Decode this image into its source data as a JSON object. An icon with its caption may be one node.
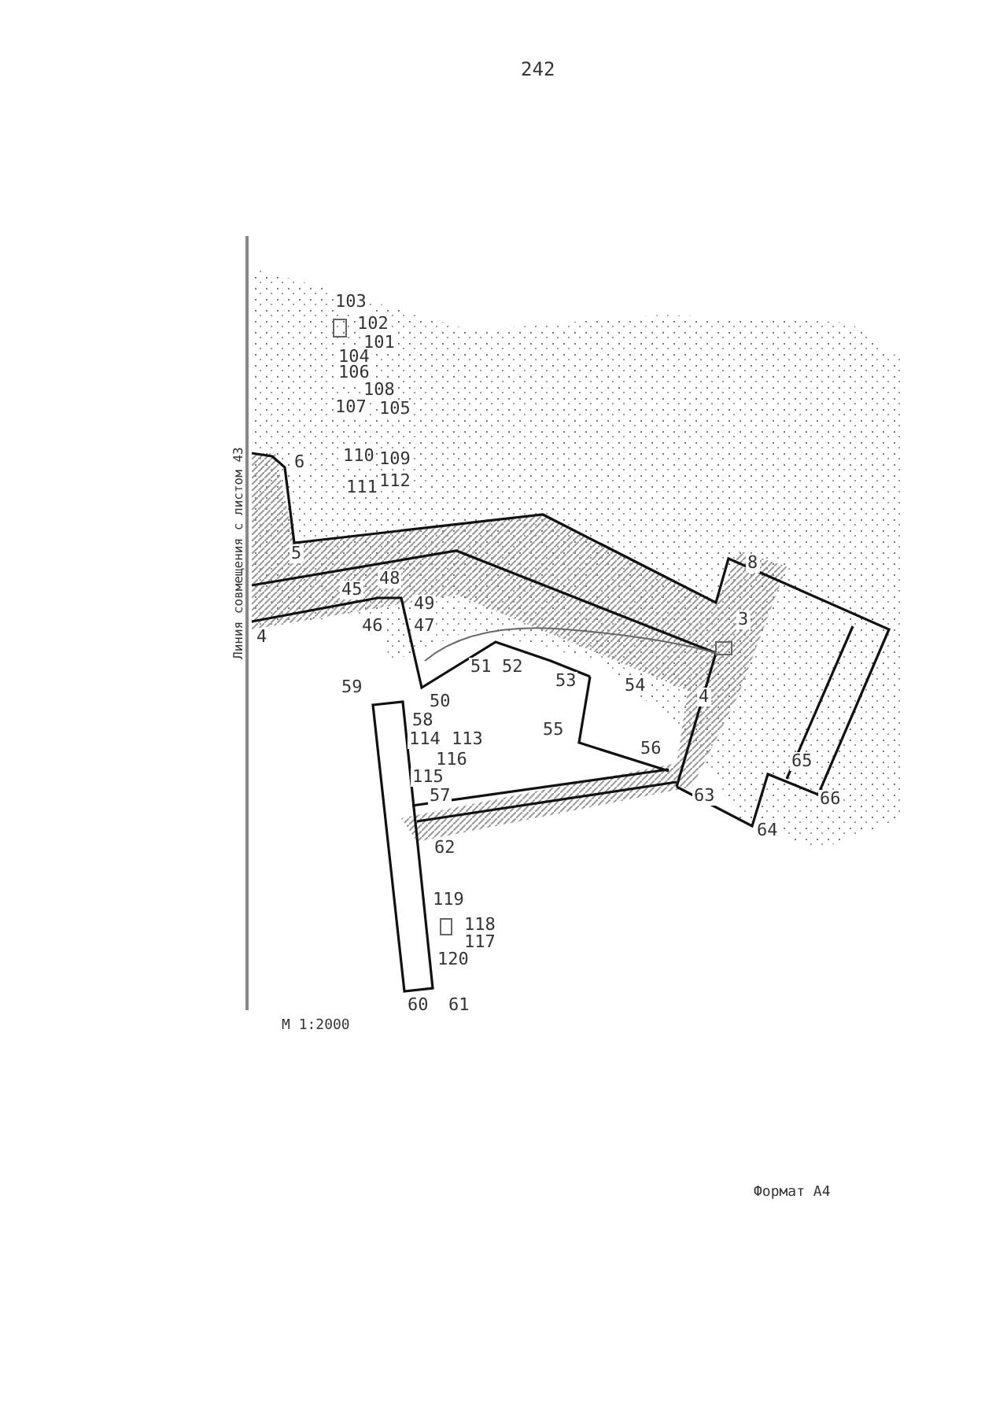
{
  "diagram": {
    "labels": [
      "242",
      "103",
      "102",
      "101",
      "104",
      "106",
      "108",
      "107",
      "105",
      "6",
      "110",
      "109",
      "111",
      "112",
      "Линия совмещения с листом 43",
      "5",
      "8",
      "45",
      "48",
      "49",
      "3",
      "4",
      "46",
      "47",
      "51",
      "52",
      "59",
      "50",
      "53",
      "54",
      "4",
      "58",
      "114",
      "113",
      "116",
      "55",
      "115",
      "56",
      "65",
      "57",
      "63",
      "66",
      "64",
      "62",
      "119",
      "118",
      "117",
      "120",
      "60",
      "61",
      "М 1:2000",
      "Формат А4"
    ]
  }
}
